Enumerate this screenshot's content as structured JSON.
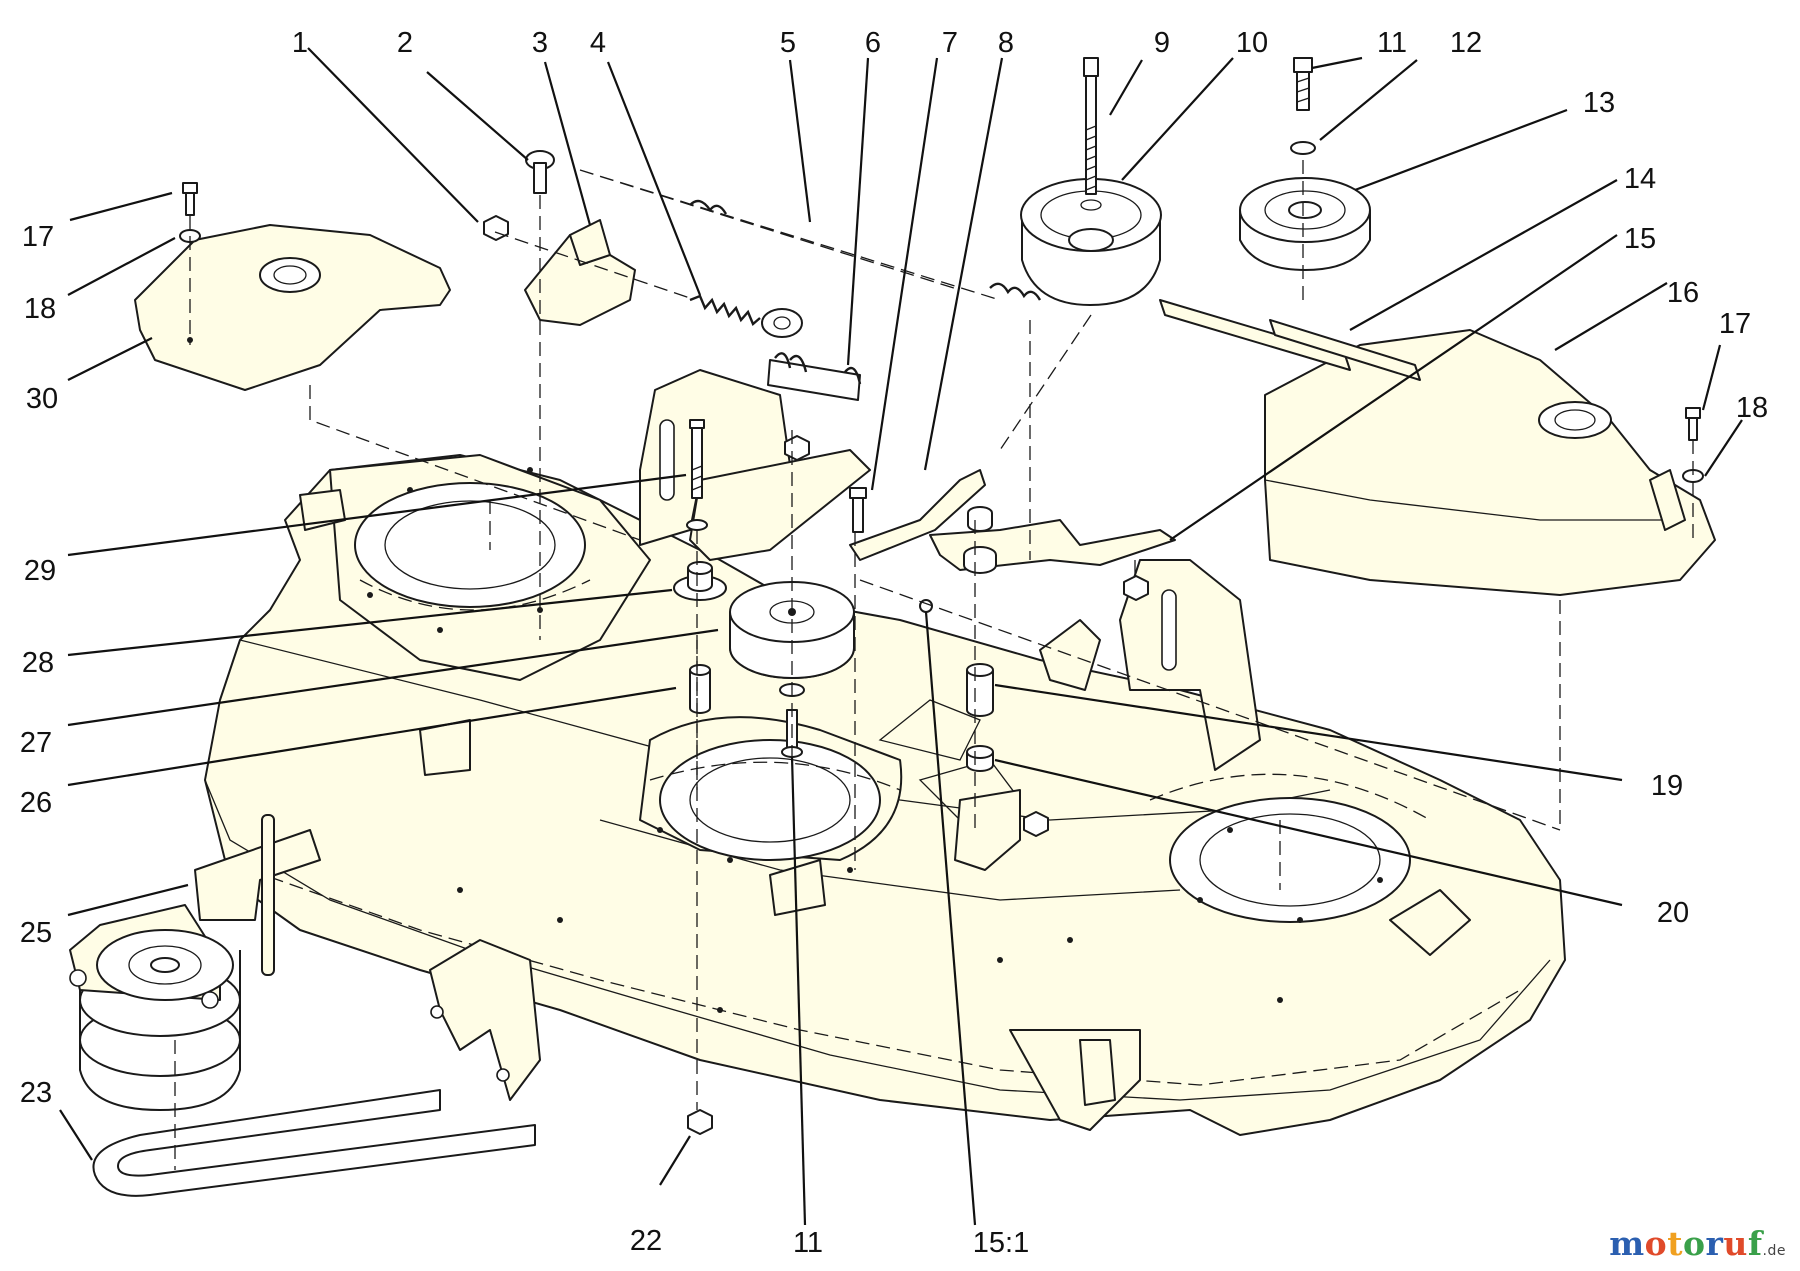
{
  "callouts": [
    {
      "id": "c1",
      "label": "1"
    },
    {
      "id": "c2",
      "label": "2"
    },
    {
      "id": "c3",
      "label": "3"
    },
    {
      "id": "c4",
      "label": "4"
    },
    {
      "id": "c5",
      "label": "5"
    },
    {
      "id": "c6",
      "label": "6"
    },
    {
      "id": "c7",
      "label": "7"
    },
    {
      "id": "c8",
      "label": "8"
    },
    {
      "id": "c9",
      "label": "9"
    },
    {
      "id": "c10",
      "label": "10"
    },
    {
      "id": "c11a",
      "label": "11"
    },
    {
      "id": "c12",
      "label": "12"
    },
    {
      "id": "c13",
      "label": "13"
    },
    {
      "id": "c14",
      "label": "14"
    },
    {
      "id": "c15",
      "label": "15"
    },
    {
      "id": "c16",
      "label": "16"
    },
    {
      "id": "c17a",
      "label": "17"
    },
    {
      "id": "c18a",
      "label": "18"
    },
    {
      "id": "c30",
      "label": "30"
    },
    {
      "id": "c17b",
      "label": "17"
    },
    {
      "id": "c18b",
      "label": "18"
    },
    {
      "id": "c29",
      "label": "29"
    },
    {
      "id": "c28",
      "label": "28"
    },
    {
      "id": "c27",
      "label": "27"
    },
    {
      "id": "c26",
      "label": "26"
    },
    {
      "id": "c25",
      "label": "25"
    },
    {
      "id": "c23",
      "label": "23"
    },
    {
      "id": "c22",
      "label": "22"
    },
    {
      "id": "c11b",
      "label": "11"
    },
    {
      "id": "c15_1",
      "label": "15:1"
    },
    {
      "id": "c19",
      "label": "19"
    },
    {
      "id": "c20",
      "label": "20"
    }
  ],
  "watermark": {
    "parts": [
      "m",
      "o",
      "t",
      "o",
      "r",
      "u",
      "f"
    ],
    "tld": ".de"
  }
}
